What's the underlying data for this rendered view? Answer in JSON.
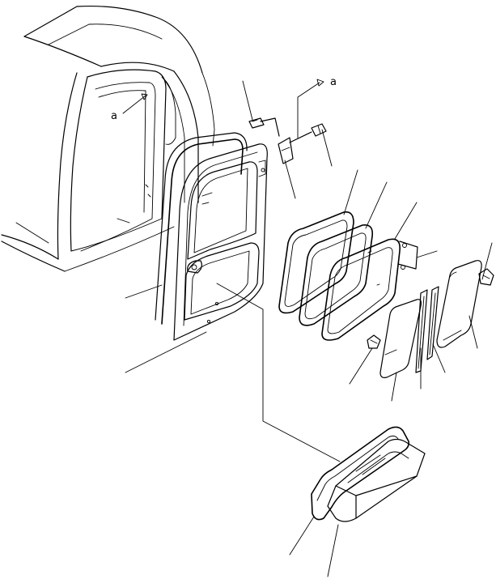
{
  "diagram": {
    "type": "exploded-parts-view",
    "reference_label_top": "a",
    "reference_label_cab": "a"
  }
}
